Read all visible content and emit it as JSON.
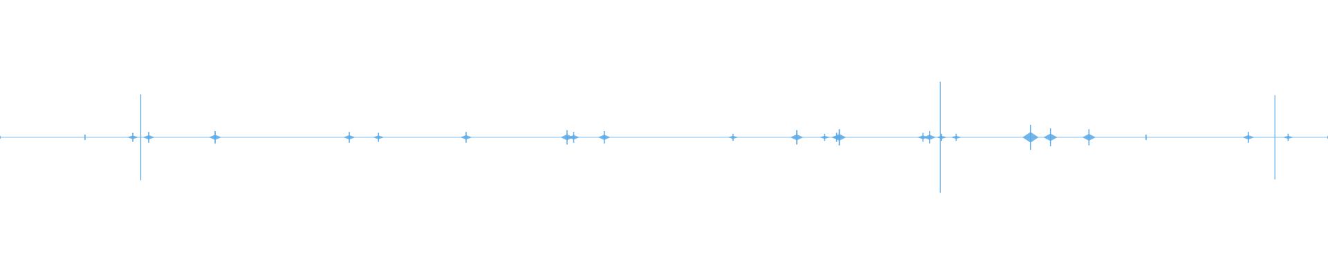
{
  "waveform": {
    "color": "#5aa9e6",
    "peaks": [
      {
        "t": 0.0,
        "a": 0.01
      },
      {
        "t": 0.064,
        "a": 0.03
      },
      {
        "t": 0.1,
        "a": 0.05
      },
      {
        "t": 0.106,
        "a": 0.48
      },
      {
        "t": 0.112,
        "a": 0.06
      },
      {
        "t": 0.162,
        "a": 0.07
      },
      {
        "t": 0.263,
        "a": 0.06
      },
      {
        "t": 0.285,
        "a": 0.05
      },
      {
        "t": 0.351,
        "a": 0.06
      },
      {
        "t": 0.427,
        "a": 0.08
      },
      {
        "t": 0.432,
        "a": 0.06
      },
      {
        "t": 0.455,
        "a": 0.07
      },
      {
        "t": 0.552,
        "a": 0.04
      },
      {
        "t": 0.6,
        "a": 0.08
      },
      {
        "t": 0.632,
        "a": 0.09
      },
      {
        "t": 0.709,
        "a": 0.04
      },
      {
        "t": 0.621,
        "a": 0.04
      },
      {
        "t": 0.63,
        "a": 0.05
      },
      {
        "t": 0.695,
        "a": 0.05
      },
      {
        "t": 0.7,
        "a": 0.07
      },
      {
        "t": 0.708,
        "a": 0.62
      },
      {
        "t": 0.72,
        "a": 0.04
      },
      {
        "t": 0.776,
        "a": 0.14
      },
      {
        "t": 0.791,
        "a": 0.1
      },
      {
        "t": 0.82,
        "a": 0.09
      },
      {
        "t": 0.863,
        "a": 0.03
      },
      {
        "t": 0.94,
        "a": 0.06
      },
      {
        "t": 0.96,
        "a": 0.47
      },
      {
        "t": 0.97,
        "a": 0.04
      },
      {
        "t": 1.0,
        "a": 0.01
      }
    ]
  }
}
